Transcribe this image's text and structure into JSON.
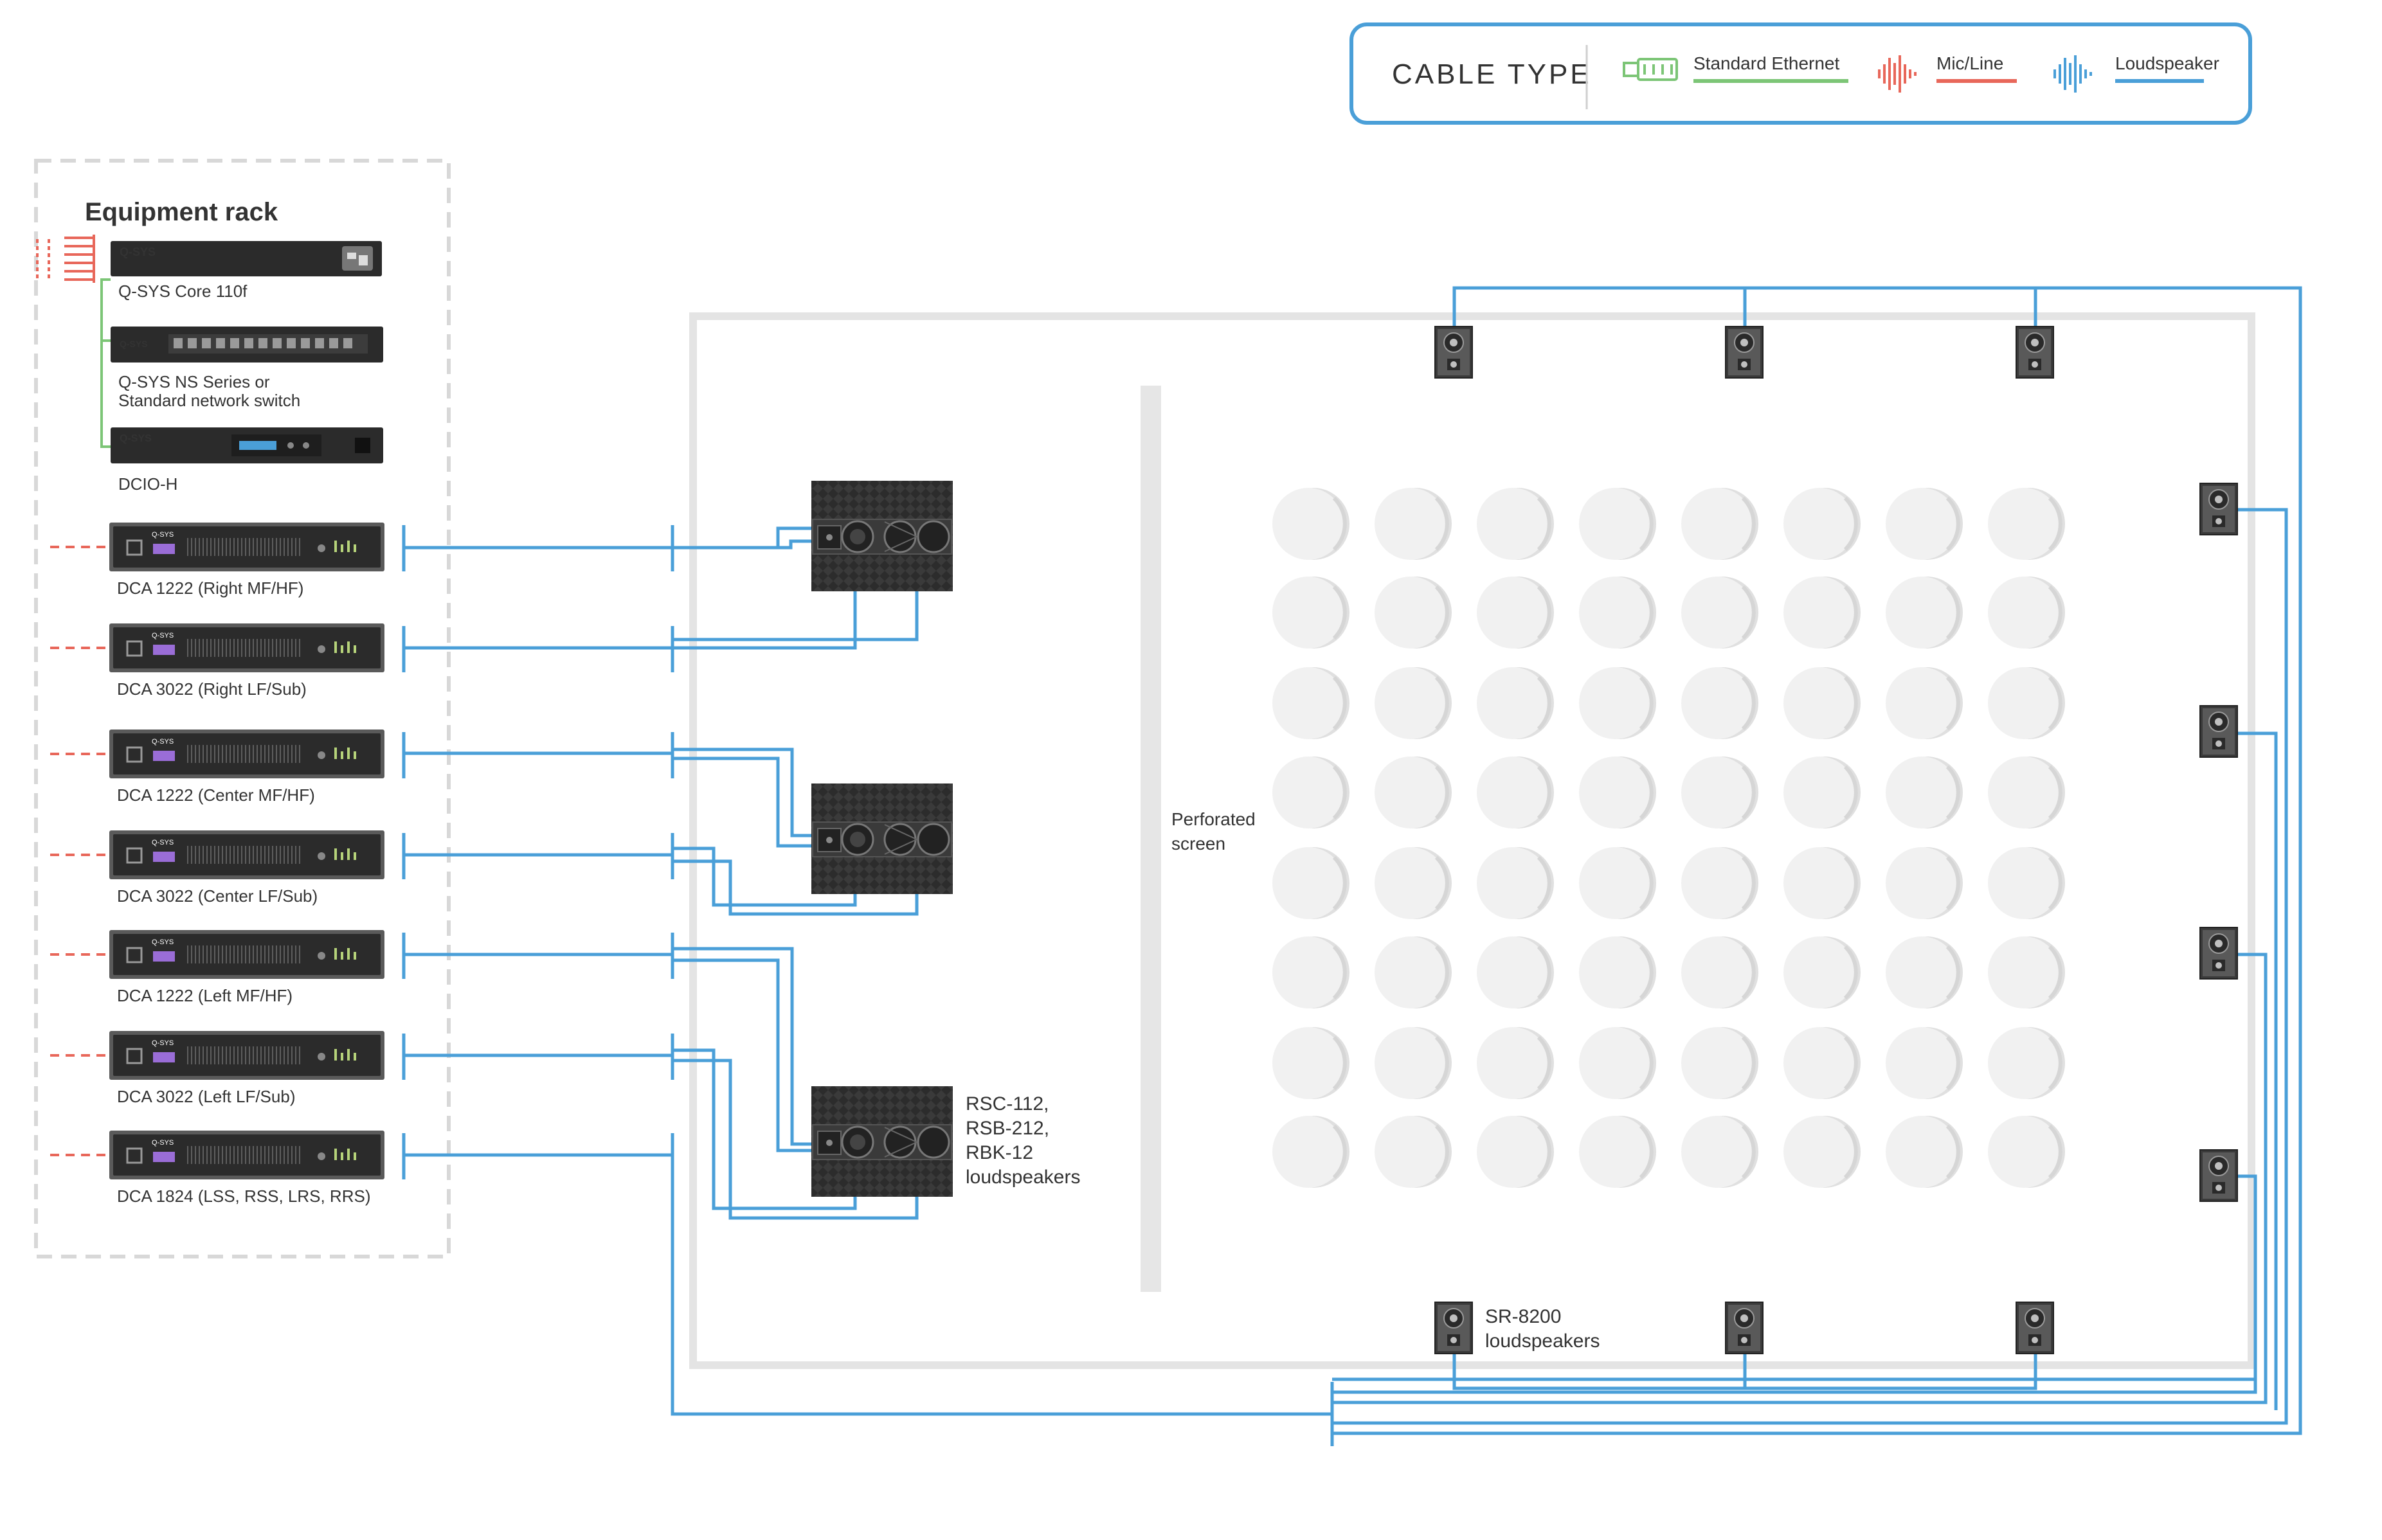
{
  "legend": {
    "title": "CABLE TYPE",
    "items": [
      {
        "label": "Standard Ethernet",
        "color": "#7cc576",
        "icon": "ethernet-plug-icon"
      },
      {
        "label": "Mic/Line",
        "color": "#e8675a",
        "icon": "mic-line-waveform-icon"
      },
      {
        "label": "Loudspeaker",
        "color": "#4a9fd8",
        "icon": "loudspeaker-waveform-icon"
      }
    ]
  },
  "rack": {
    "title": "Equipment rack",
    "brand": "Q-SYS",
    "core_label": "Q-SYS Core 110f",
    "switch_label_line1": "Q-SYS NS Series or",
    "switch_label_line2": "Standard network switch",
    "dcio_label": "DCIO-H",
    "amps": [
      {
        "label": "DCA 1222 (Right MF/HF)"
      },
      {
        "label": "DCA 3022 (Right LF/Sub)"
      },
      {
        "label": "DCA 1222 (Center MF/HF)"
      },
      {
        "label": "DCA 3022 (Center LF/Sub)"
      },
      {
        "label": "DCA 1222 (Left MF/HF)"
      },
      {
        "label": "DCA 3022 (Left LF/Sub)"
      },
      {
        "label": "DCA 1824 (LSS, RSS, LRS, RRS)"
      }
    ]
  },
  "room": {
    "screen_label_line1": "Perforated",
    "screen_label_line2": "screen",
    "screen_speakers_label": [
      "RSC-112,",
      "RSB-212,",
      "RBK-12",
      "loudspeakers"
    ],
    "surround_label": [
      "SR-8200",
      "loudspeakers"
    ]
  },
  "colors": {
    "ethernet": "#7cc576",
    "mic_line": "#e8675a",
    "loudspeaker": "#4a9fd8",
    "device": "#2b2b2b",
    "room_wall": "#e4e4e4",
    "seat": "#ececec"
  }
}
